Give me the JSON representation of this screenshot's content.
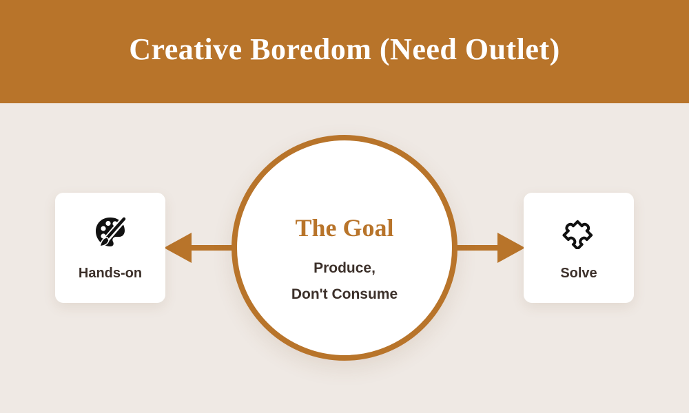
{
  "header": {
    "title": "Creative Boredom (Need Outlet)"
  },
  "center": {
    "title": "The Goal",
    "line1": "Produce,",
    "line2": "Don't Consume"
  },
  "left_card": {
    "icon": "palette-icon",
    "label": "Hands-on"
  },
  "right_card": {
    "icon": "puzzle-piece-icon",
    "label": "Solve"
  },
  "colors": {
    "accent": "#b8742a",
    "background": "#efe9e4",
    "card": "#ffffff",
    "text": "#3c302a"
  }
}
